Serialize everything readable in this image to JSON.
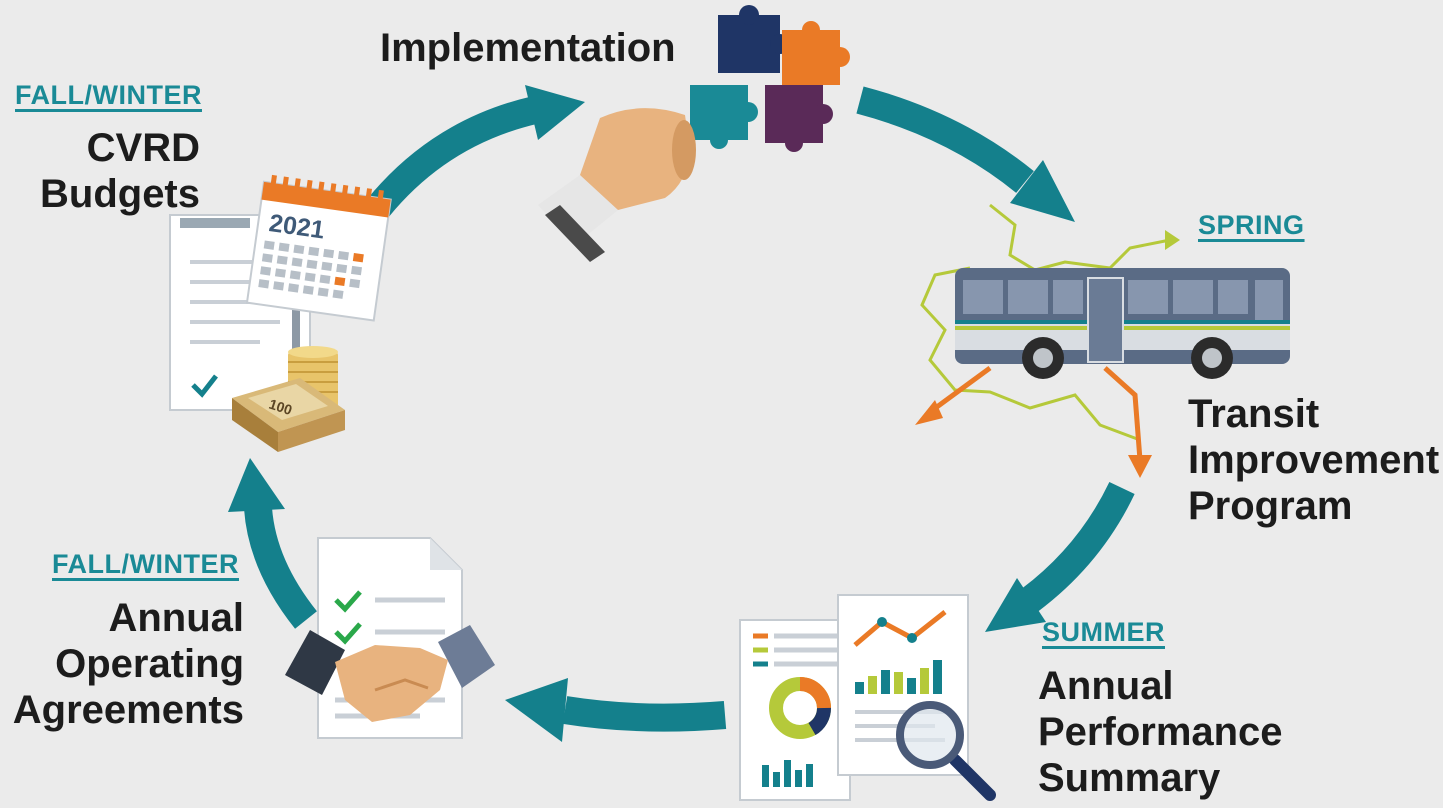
{
  "stages": {
    "budgets": {
      "season": "FALL/WINTER",
      "title_lines": [
        "CVRD",
        "Budgets"
      ],
      "calendar_year": "2021",
      "money_label": "100"
    },
    "implementation": {
      "title": "Implementation"
    },
    "transit": {
      "season": "SPRING",
      "title_lines": [
        "Transit",
        "Improvement",
        "Program"
      ]
    },
    "performance": {
      "season": "SUMMER",
      "title_lines": [
        "Annual",
        "Performance",
        "Summary"
      ]
    },
    "agreements": {
      "season": "FALL/WINTER",
      "title_lines": [
        "Annual",
        "Operating",
        "Agreements"
      ]
    }
  },
  "colors": {
    "background": "#ebebeb",
    "cycle_arrow": "#14808c",
    "season_text": "#1a8a96",
    "title_text": "#1c1c1c",
    "orange": "#ea7a26",
    "navy": "#1f3566",
    "purple": "#5a2a58",
    "lime": "#b5c93a",
    "bus_body": "#5a6b85"
  }
}
